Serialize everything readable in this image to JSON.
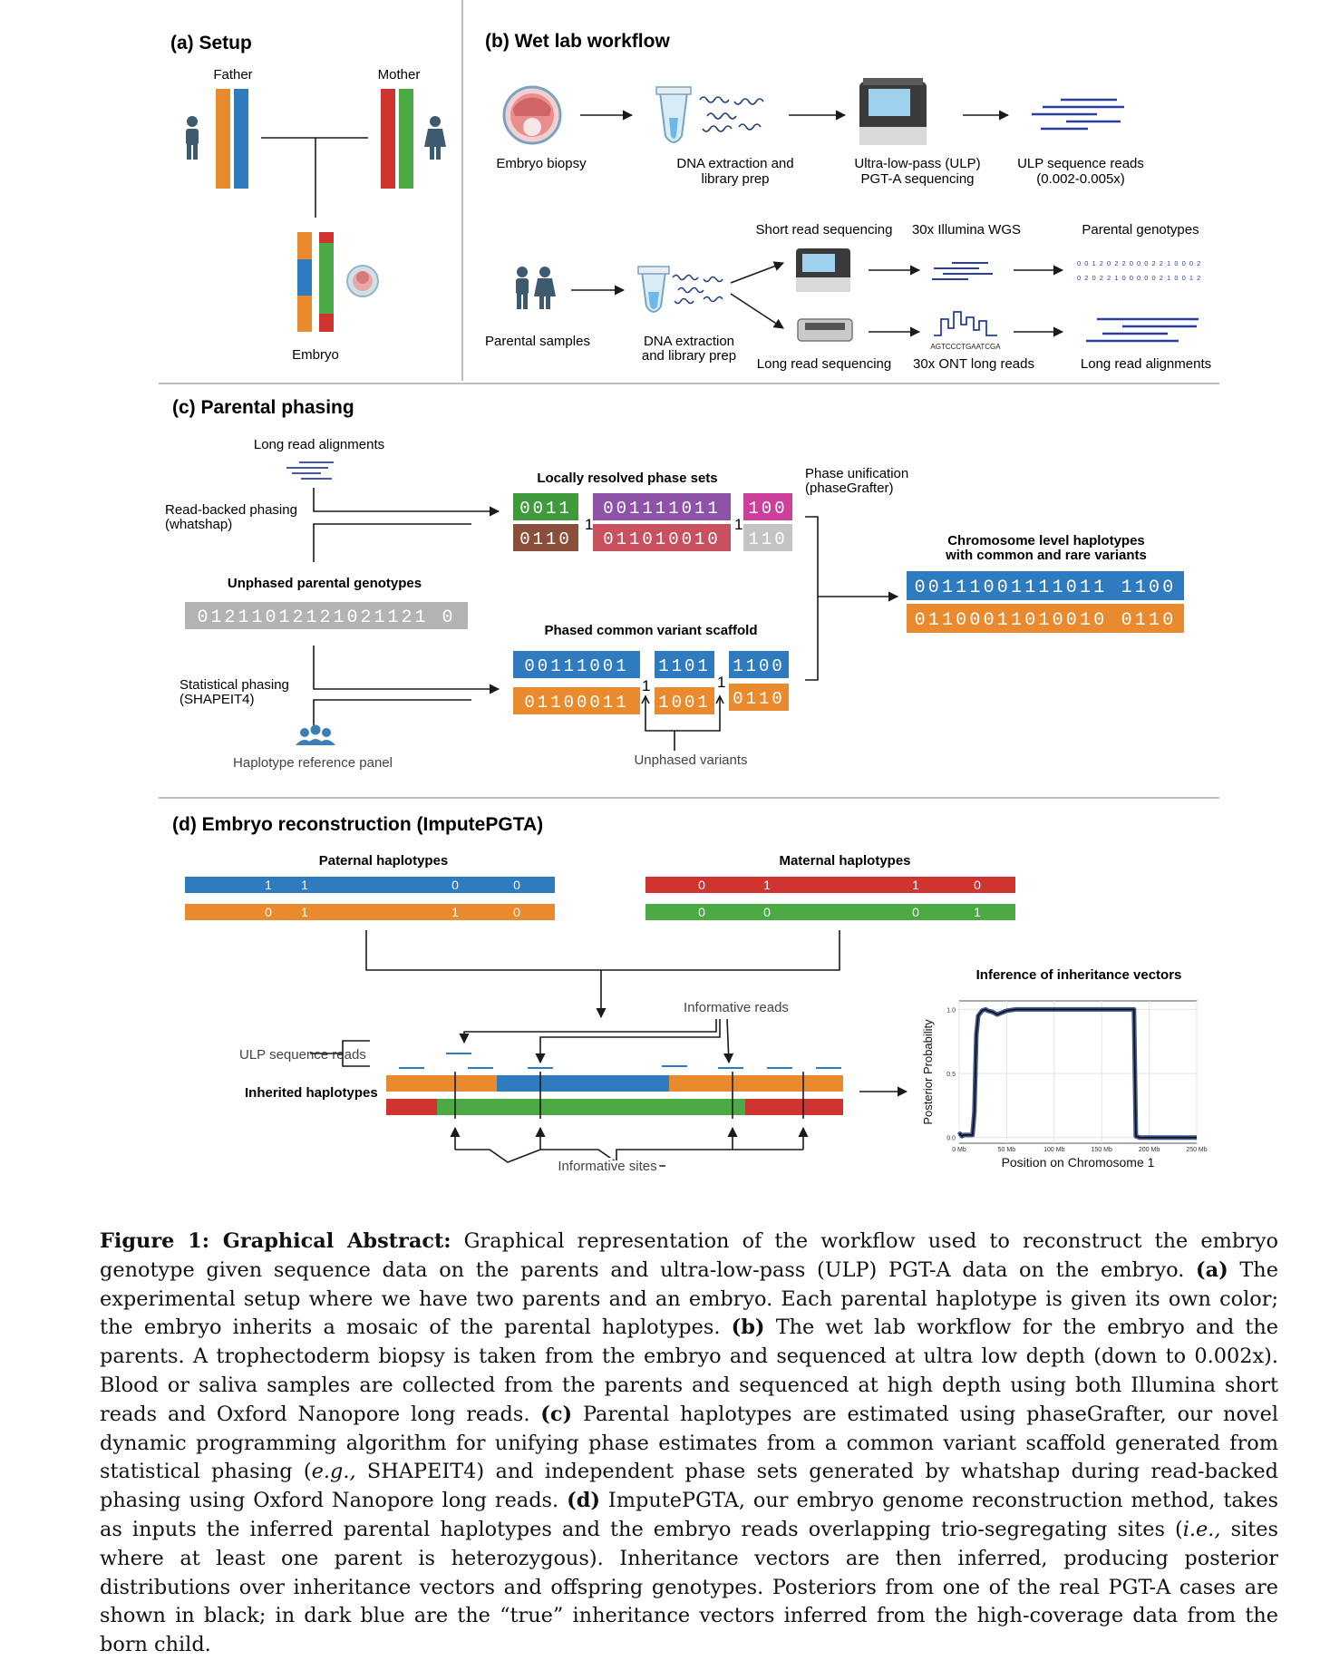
{
  "colors": {
    "blue": "#2f7bc0",
    "orange": "#ea8a2e",
    "red": "#cf3431",
    "green": "#4caa45",
    "grey": "#b3b3b3",
    "purple": "#8e52a8",
    "brown": "#8a4f3a",
    "magenta": "#cc3f9a",
    "rose": "#c8505f",
    "darkgreen": "#3f9a3b",
    "navy": "#1d3c7a",
    "text": "#1a1a1a",
    "panelLine": "#bdbdbd"
  },
  "panel_a": {
    "title": "(a) Setup",
    "father": "Father",
    "mother": "Mother",
    "embryo": "Embryo"
  },
  "panel_b": {
    "title": "(b) Wet lab workflow",
    "embryo_biopsy": "Embryo biopsy",
    "dna_extraction_1": "DNA extraction and",
    "dna_extraction_2": "library prep",
    "ulp_seq_1": "Ultra-low-pass (ULP)",
    "ulp_seq_2": "PGT-A sequencing",
    "ulp_reads_1": "ULP sequence reads",
    "ulp_reads_2": "(0.002-0.005x)",
    "short_read": "Short read sequencing",
    "illumina": "30x Illumina WGS",
    "parental_genotypes": "Parental genotypes",
    "geno_row1": "0 0 1 2 0 2 2 0 0 0 2 2 1 0 0 0 2",
    "geno_row2": "0 2 0 2 2 1 0 0 0 0 0 2 1 0 0 1 2",
    "parental_samples": "Parental samples",
    "dna_extraction_b1": "DNA extraction",
    "dna_extraction_b2": "and library prep",
    "dna_seq": "AGTCCCTGAATCGA",
    "long_read": "Long read sequencing",
    "ont": "30x ONT long reads",
    "long_align": "Long read alignments"
  },
  "panel_c": {
    "title": "(c) Parental phasing",
    "long_read_alignments": "Long read alignments",
    "read_backed_1": "Read-backed phasing",
    "read_backed_2": "(whatshap)",
    "unphased_title": "Unphased parental genotypes",
    "unphased_geno": "01211012121021121 0",
    "stat_phasing_1": "Statistical phasing",
    "stat_phasing_2": "(SHAPEIT4)",
    "ref_panel": "Haplotype reference panel",
    "local_title": "Locally resolved phase sets",
    "phase_sets_top": [
      "0011",
      "001111011",
      "100"
    ],
    "phase_sets_bottom": [
      "0110",
      "011010010",
      "110"
    ],
    "unification_1": "Phase unification",
    "unification_2": "(phaseGrafter)",
    "scaffold_title": "Phased common variant scaffold",
    "scaffold_top": [
      "00111001",
      "1101",
      "1100"
    ],
    "scaffold_bottom": [
      "01100011",
      "1001",
      "0110"
    ],
    "one": "1",
    "unphased_variants": "Unphased variants",
    "chrom_title_1": "Chromosome level haplotypes",
    "chrom_title_2": "with common and rare variants",
    "chrom_top": "00111001111011 1100",
    "chrom_bottom": "01100011010010 0110"
  },
  "panel_d": {
    "title": "(d) Embryo reconstruction (ImputePGTA)",
    "paternal": "Paternal haplotypes",
    "maternal": "Maternal haplotypes",
    "pat_top": [
      "1",
      "1",
      "0",
      "0"
    ],
    "pat_bottom": [
      "0",
      "1",
      "1",
      "0"
    ],
    "mat_top": [
      "0",
      "1",
      "1",
      "0"
    ],
    "mat_bottom": [
      "0",
      "0",
      "0",
      "1"
    ],
    "ulp_reads": "ULP sequence reads",
    "inherited": "Inherited haplotypes",
    "informative_reads": "Informative reads",
    "informative_sites": "Informative sites",
    "inference_title": "Inference of inheritance vectors"
  },
  "chart_data": {
    "type": "line",
    "title": "Inference of inheritance vectors",
    "xlabel": "Position on Chromosome 1",
    "ylabel": "Posterior Probability",
    "xticks": [
      "0 Mb",
      "50 Mb",
      "100 Mb",
      "150 Mb",
      "200 Mb",
      "250 Mb"
    ],
    "yticks": [
      "0.0",
      "0.5",
      "1.0"
    ],
    "xlim": [
      0,
      250
    ],
    "ylim": [
      0,
      1
    ],
    "series": [
      {
        "x": [
          0,
          1,
          3,
          5,
          8,
          14,
          16,
          18,
          20,
          24,
          28,
          30,
          35,
          40,
          50,
          60,
          70,
          80,
          90,
          100,
          110,
          120,
          130,
          140,
          150,
          160,
          170,
          180,
          184,
          186,
          190,
          200,
          220,
          240,
          250
        ],
        "y": [
          0.02,
          0.03,
          0.01,
          0.02,
          0.02,
          0.02,
          0.2,
          0.8,
          0.95,
          0.99,
          1.0,
          0.99,
          0.98,
          0.96,
          0.99,
          1.0,
          1.0,
          1.0,
          1.0,
          1.0,
          1.0,
          1.0,
          1.0,
          1.0,
          1.0,
          1.0,
          1.0,
          1.0,
          1.0,
          0.01,
          0.0,
          0.0,
          0.0,
          0.0,
          0.0
        ]
      }
    ],
    "grid": true
  },
  "caption": {
    "label": "Figure 1: Graphical Abstract:",
    "p1": " Graphical representation of the workflow used to reconstruct the embryo genotype given sequence data on the parents and ultra-low-pass (ULP) PGT-A data on the embryo. ",
    "a": "(a)",
    "p2": " The experimental setup where we have two parents and an embryo. Each parental haplotype is given its own color; the embryo inherits a mosaic of the parental haplotypes. ",
    "b": "(b)",
    "p3": " The wet lab workflow for the embryo and the parents. A trophectoderm biopsy is taken from the embryo and sequenced at ultra low depth (down to 0.002x). Blood or saliva samples are collected from the parents and sequenced at high depth using both Illumina short reads and Oxford Nanopore long reads. ",
    "c": "(c)",
    "p4": " Parental haplotypes are estimated using phaseGrafter, our novel dynamic programming algorithm for unifying phase estimates from a common variant scaffold generated from statistical phasing (",
    "eg": "e.g.,",
    "p5": " SHAPEIT4) and independent phase sets generated by whatshap during read-backed phasing using Oxford Nanopore long reads. ",
    "d": "(d)",
    "p6": " ImputePGTA, our embryo genome reconstruction method, takes as inputs the inferred parental haplotypes and the embryo reads overlapping trio-segregating sites (",
    "ie": "i.e.,",
    "p7": " sites where at least one parent is heterozygous). Inheritance vectors are then inferred, producing posterior distributions over inheritance vectors and offspring genotypes. Posteriors from one of the real PGT-A cases are shown in black; in dark blue are the “true” inheritance vectors inferred from the high-coverage data from the born child."
  }
}
